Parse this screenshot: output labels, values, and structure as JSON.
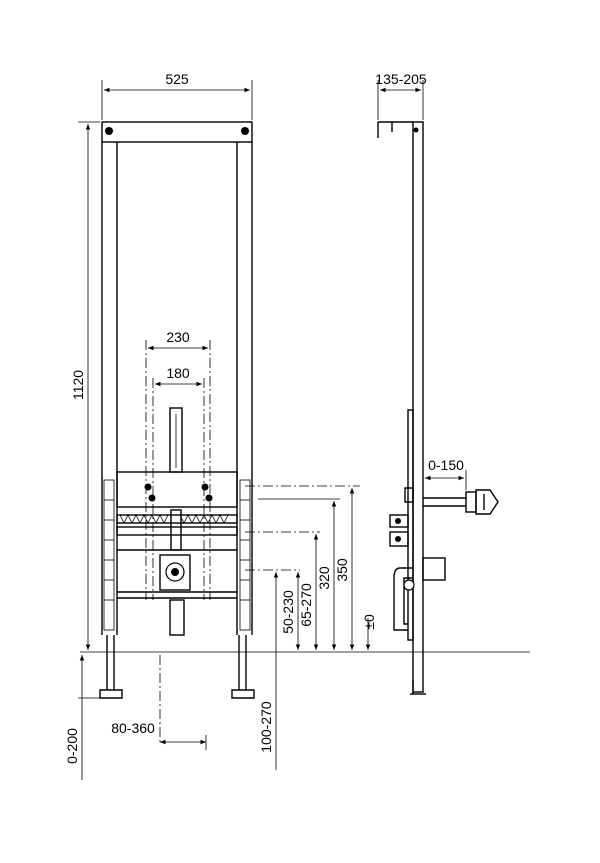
{
  "dimensions": {
    "frame_width": "525",
    "frame_depth": "135-205",
    "height": "1120",
    "dim_230": "230",
    "dim_180": "180",
    "dim_0_150": "0-150",
    "dim_350": "350",
    "dim_320": "320",
    "dim_65_270": "65-270",
    "dim_50_230": "50-230",
    "dim_100_270": "100-270",
    "dim_0_200": "0-200",
    "dim_80_360": "80-360",
    "plus_minus_zero": "±0"
  },
  "colors": {
    "line": "#000000",
    "background": "#ffffff"
  }
}
